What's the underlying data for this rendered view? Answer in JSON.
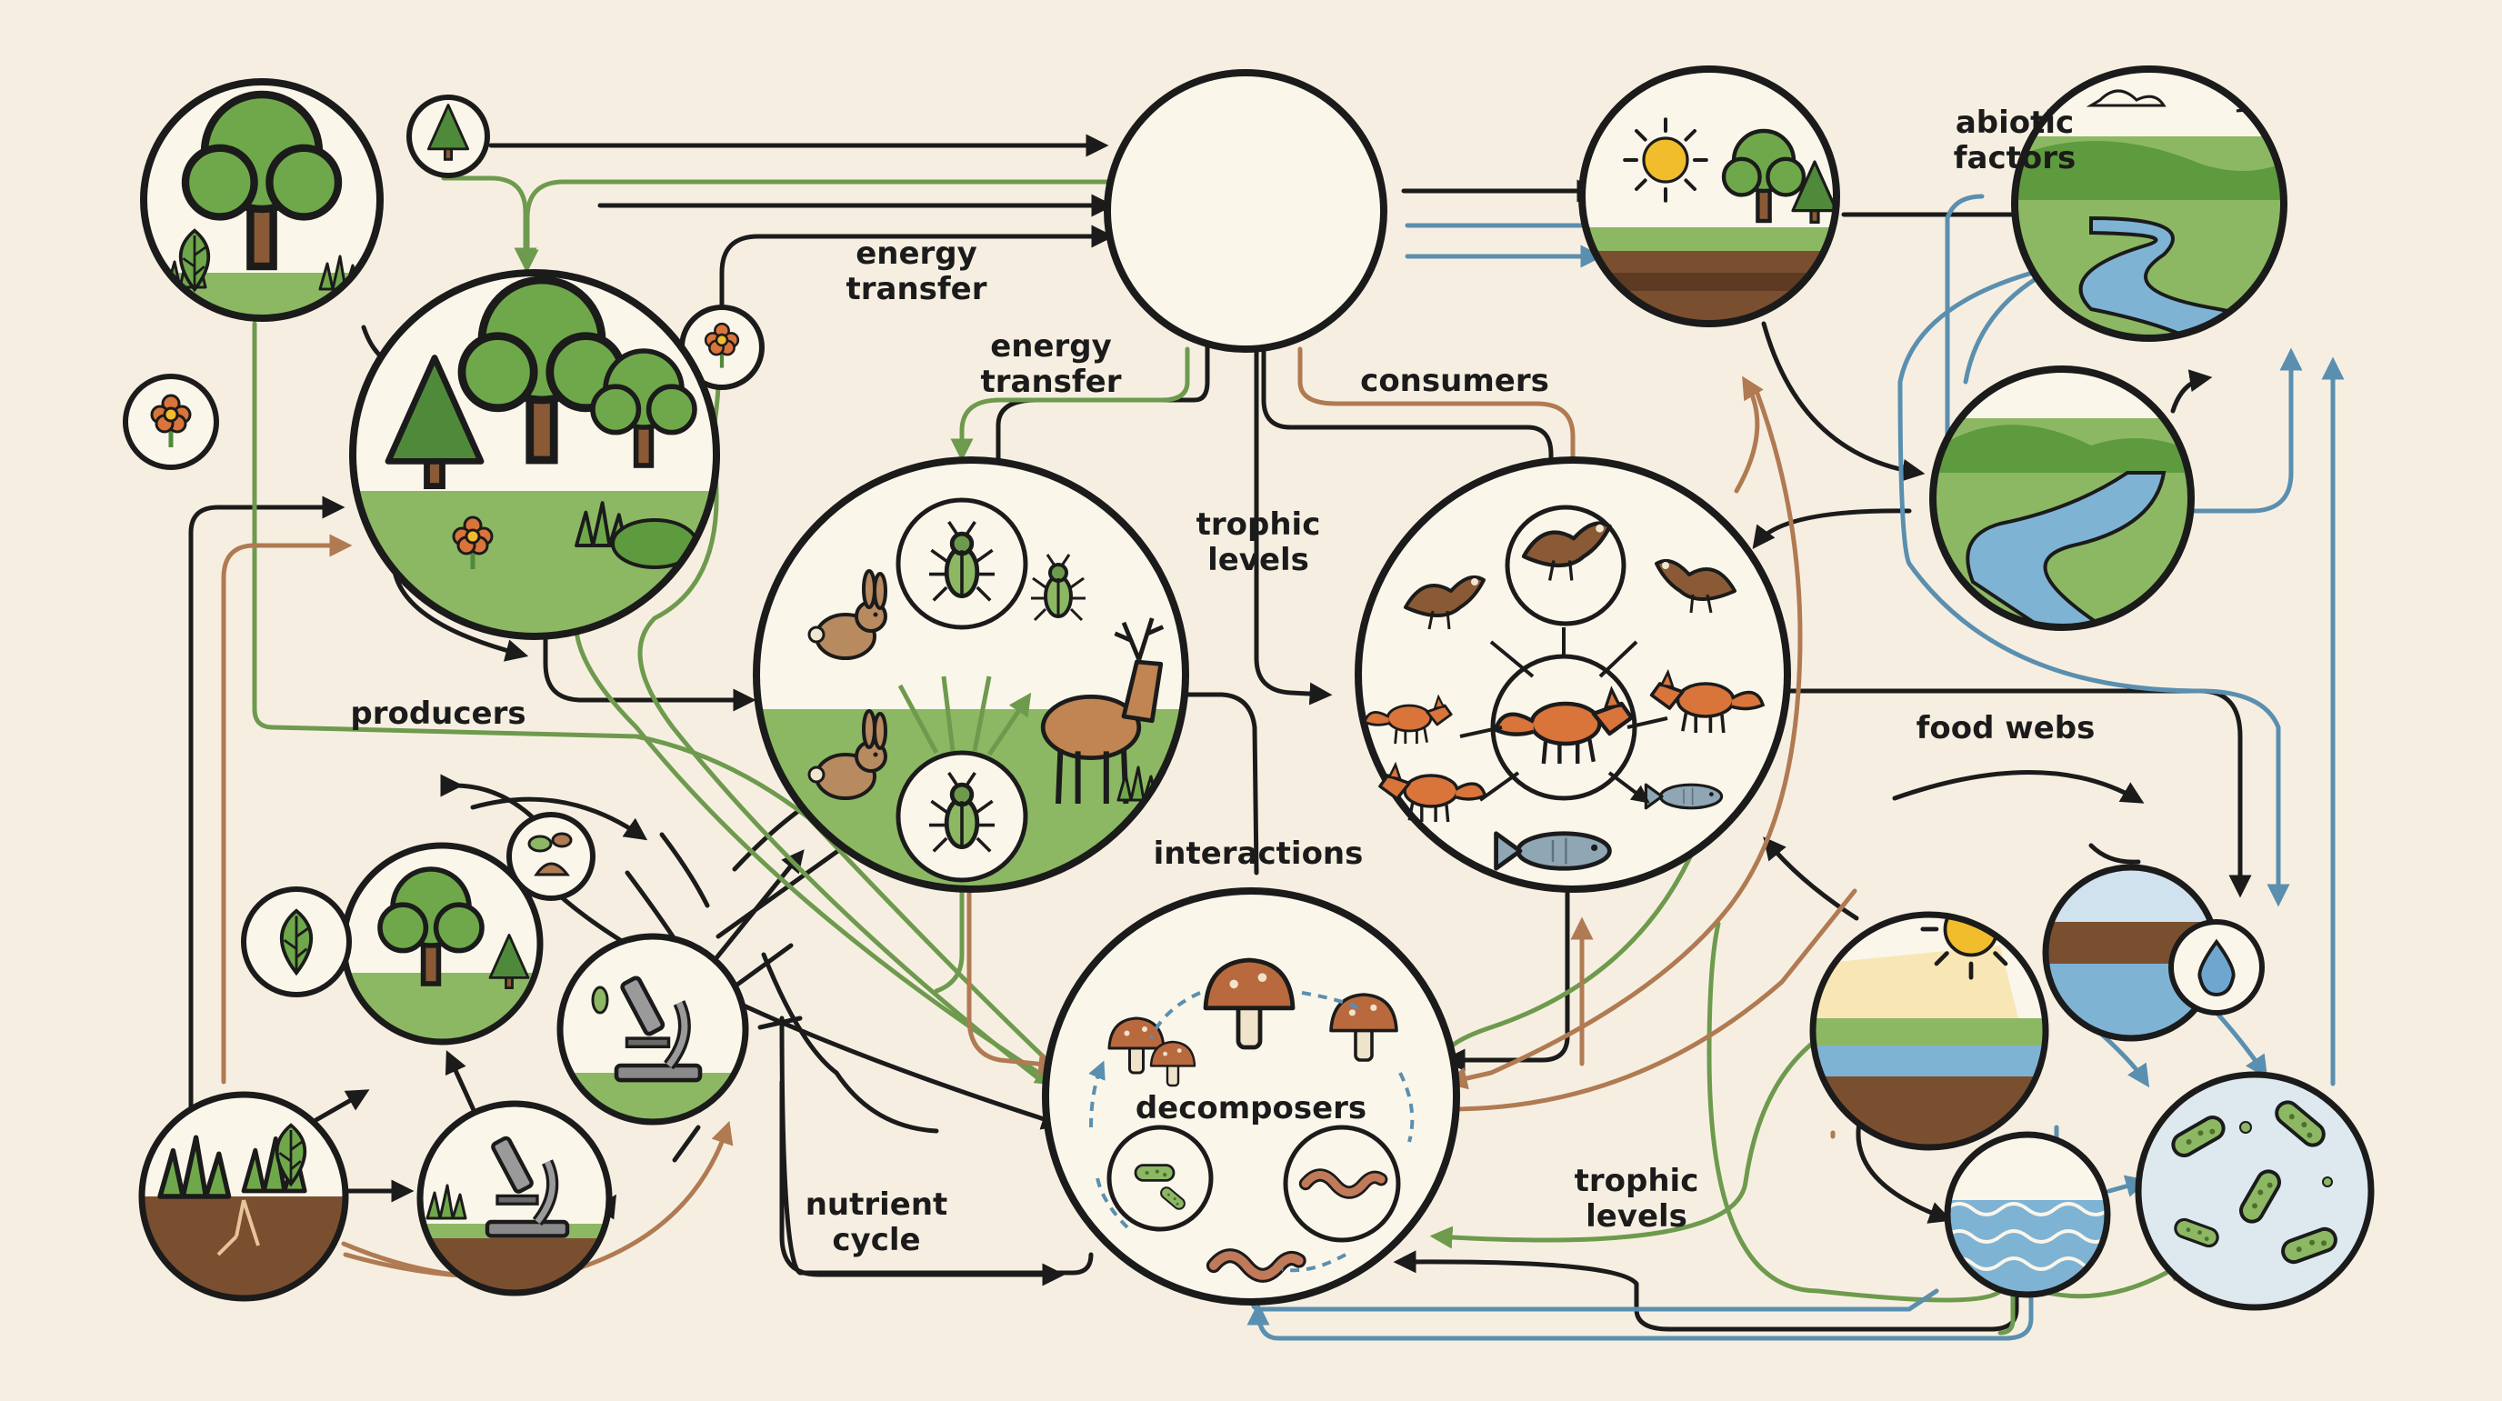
{
  "labels": {
    "energy_transfer_top": "energy\ntransfer",
    "energy_transfer_mid": "energy\ntransfer",
    "consumers": "consumers",
    "trophic_levels_top": "trophic\nlevels",
    "abiotic_factors": "abiotic\nfactors",
    "producers": "producers",
    "interactions": "interactions",
    "food_webs": "food webs",
    "decomposers": "decomposers",
    "nutrient_cycle": "nutrient\ncycle",
    "trophic_levels_bottom": "trophic\nlevels"
  },
  "colors": {
    "background": "#f6efe1",
    "ink": "#1b1b1b",
    "green_arrow": "#6e9a4e",
    "brown_arrow": "#b07a52",
    "blue_arrow": "#5a8fb0",
    "grass": "#8cb864",
    "foliage": "#5e9a3e",
    "soil": "#7a4f30",
    "water": "#7fb3d4",
    "sun": "#f2bd2c"
  }
}
